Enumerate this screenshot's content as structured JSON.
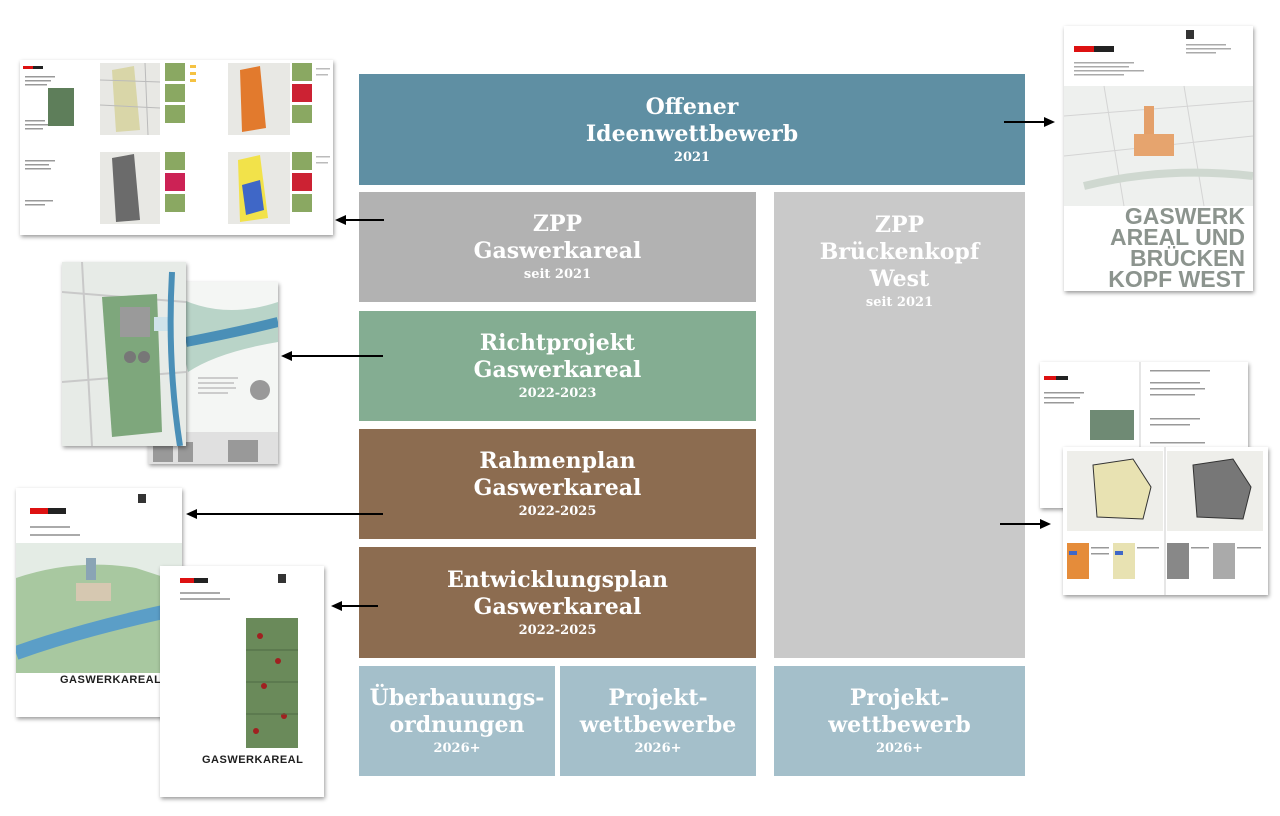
{
  "boxes": {
    "ideen": {
      "title": "Offener\nIdeenwettbewerb",
      "sub": "2021",
      "color": "#5f8fa3"
    },
    "zpp_gas": {
      "title": "ZPP\nGaswerkareal",
      "sub": "seit 2021",
      "color": "#b2b2b2"
    },
    "zpp_bk": {
      "title": "ZPP\nBrückenkopf\nWest",
      "sub": "seit 2021",
      "color": "#c9c9c9"
    },
    "richt": {
      "title": "Richtprojekt\nGaswerkareal",
      "sub": "2022-2023",
      "color": "#84ad92"
    },
    "rahmen": {
      "title": "Rahmenplan\nGaswerkareal",
      "sub": "2022-2025",
      "color": "#8c6c50"
    },
    "entw": {
      "title": "Entwicklungsplan\nGaswerkareal",
      "sub": "2022-2025",
      "color": "#8c6c50"
    },
    "ueber": {
      "title": "Überbauungs-\nordnungen",
      "sub": "2026+",
      "color": "#a4bfca"
    },
    "projw": {
      "title": "Projekt-\nwettbewerbe",
      "sub": "2026+",
      "color": "#a4bfca"
    },
    "projw_bk": {
      "title": "Projekt-\nwettbewerb",
      "sub": "2026+",
      "color": "#a4bfca"
    }
  },
  "documents": {
    "report_title": "GASWERK\nAREAL UND\nBRÜCKEN\nKOPF WEST",
    "rahmenplan_label": "GASWERKAREAL",
    "entwicklungsplan_label": "GASWERKAREAL"
  }
}
